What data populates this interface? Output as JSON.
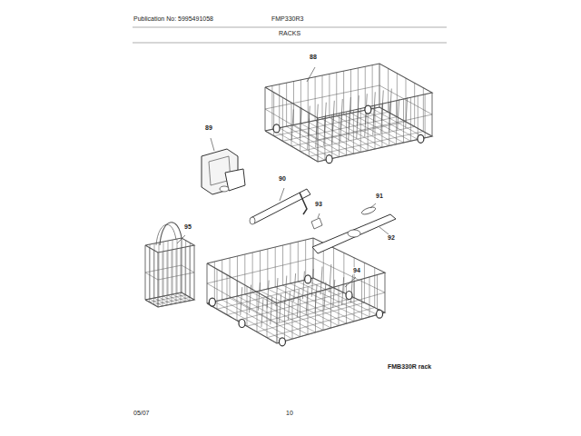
{
  "diagram": {
    "title": "RACKS",
    "labels": [
      "Publication No: 5995491058",
      "FMP330R3",
      "88",
      "89",
      "90",
      "91",
      "93",
      "92",
      "95",
      "94",
      "FMB330R rack",
      "05/07",
      "10"
    ]
  }
}
